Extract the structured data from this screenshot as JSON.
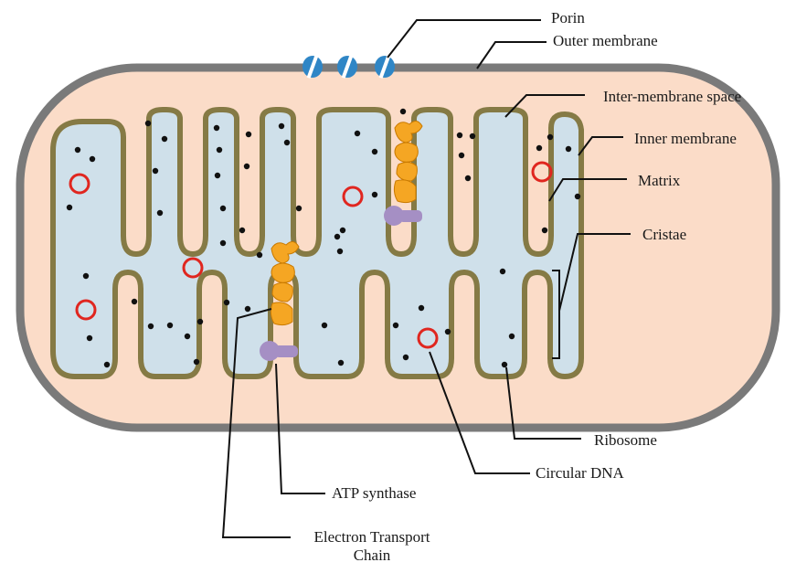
{
  "labels": {
    "porin": "Porin",
    "outer_membrane": "Outer membrane",
    "intermembrane_space": "Inter-membrane space",
    "inner_membrane": "Inner membrane",
    "matrix": "Matrix",
    "cristae": "Cristae",
    "ribosome": "Ribosome",
    "circular_dna": "Circular DNA",
    "atp_synthase": "ATP synthase",
    "etc_line1": "Electron Transport",
    "etc_line2": "Chain"
  },
  "colors": {
    "outer_fill": "#fbdcc8",
    "outer_stroke": "#7a7a7a",
    "matrix_fill": "#cfe0ea",
    "inner_stroke": "#857a45",
    "ribosome": "#111111",
    "dna_ring": "#e0261f",
    "etc_complex": "#f5a623",
    "atp_synthase": "#a58fc4",
    "porin": "#2f86c6",
    "leader": "#111111"
  }
}
